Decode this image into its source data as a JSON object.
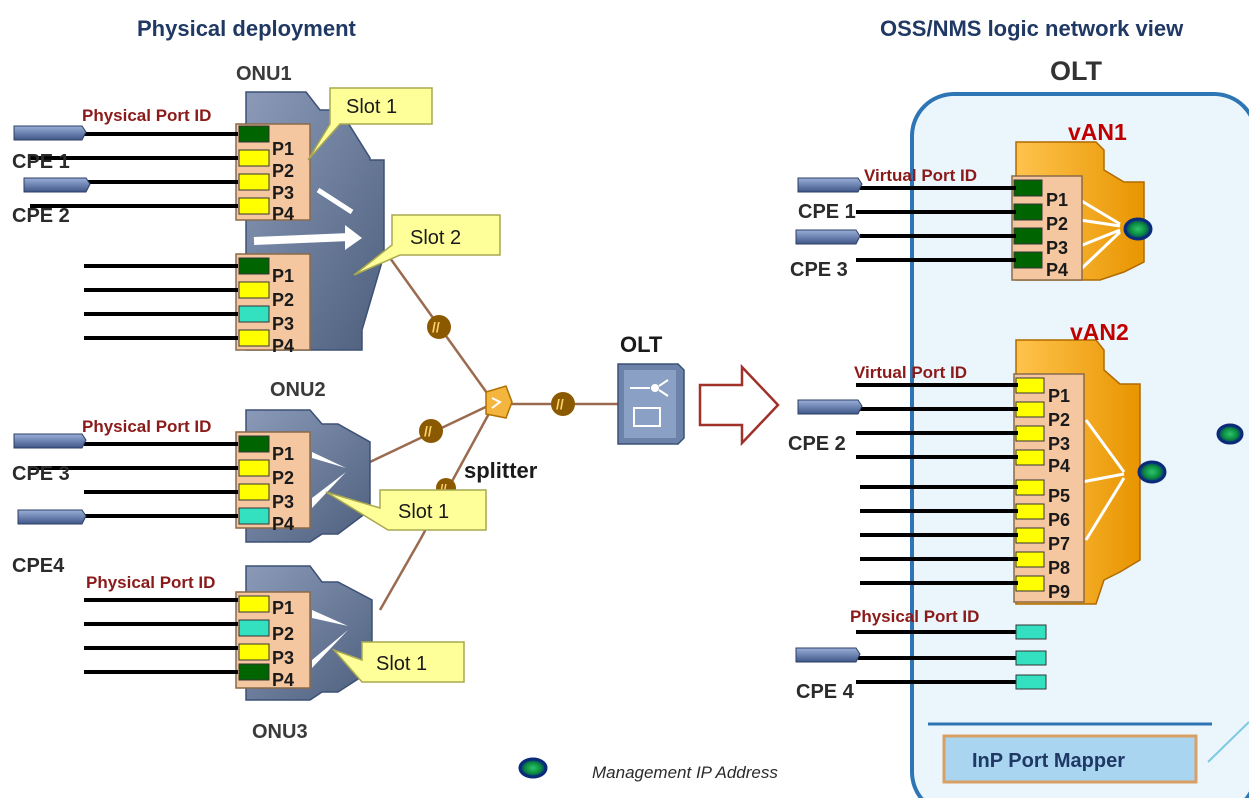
{
  "titles": {
    "physical": "Physical deployment",
    "logical": "OSS/NMS logic network view",
    "olt_box": "OLT"
  },
  "onus": [
    {
      "name": "ONU1",
      "blocks": [
        {
          "slot": "Slot 1",
          "ports": [
            {
              "label": "P1",
              "color": "#006400"
            },
            {
              "label": "P2",
              "color": "#ffff00"
            },
            {
              "label": "P3",
              "color": "#ffff00"
            },
            {
              "label": "P4",
              "color": "#ffff00"
            }
          ]
        },
        {
          "slot": "Slot 2",
          "ports": [
            {
              "label": "P1",
              "color": "#006400"
            },
            {
              "label": "P2",
              "color": "#ffff00"
            },
            {
              "label": "P3",
              "color": "#33e0c0"
            },
            {
              "label": "P4",
              "color": "#ffff00"
            }
          ]
        }
      ]
    },
    {
      "name": "ONU2",
      "blocks": [
        {
          "slot": "Slot 1",
          "ports": [
            {
              "label": "P1",
              "color": "#006400"
            },
            {
              "label": "P2",
              "color": "#ffff00"
            },
            {
              "label": "P3",
              "color": "#ffff00"
            },
            {
              "label": "P4",
              "color": "#33e0c0"
            }
          ]
        }
      ]
    },
    {
      "name": "ONU3",
      "blocks": [
        {
          "slot": "Slot 1",
          "ports": [
            {
              "label": "P1",
              "color": "#ffff00"
            },
            {
              "label": "P2",
              "color": "#33e0c0"
            },
            {
              "label": "P3",
              "color": "#ffff00"
            },
            {
              "label": "P4",
              "color": "#006400"
            }
          ]
        }
      ]
    }
  ],
  "physical_port_id": "Physical Port ID",
  "virtual_port_id": "Virtual Port ID",
  "cpes_left": [
    "CPE 1",
    "CPE 2",
    "CPE 3",
    "CPE4"
  ],
  "cpes_right": [
    "CPE 1",
    "CPE 3",
    "CPE 2",
    "CPE 4"
  ],
  "splitter_label": "splitter",
  "olt_device_label": "OLT",
  "vans": [
    {
      "name": "vAN1",
      "ports": [
        "P1",
        "P2",
        "P3",
        "P4"
      ],
      "color": "#006400"
    },
    {
      "name": "vAN2",
      "ports": [
        "P1",
        "P2",
        "P3",
        "P4",
        "P5",
        "P6",
        "P7",
        "P8",
        "P9"
      ],
      "color": "#ffff00"
    }
  ],
  "mapper_label": "InP Port Mapper",
  "legend_label": "Management IP Address",
  "colors": {
    "title": "#1f3864",
    "onu_body": "#5b6f8f",
    "port_panel": "#f4c7a1",
    "slot_callout": "#ffff99",
    "van_body": "#f0a500",
    "olt_border": "#2e75b6",
    "olt_fill": "#eaf6fb",
    "fiber": "#9b6b4f",
    "port_id_text": "#8b1a1a"
  }
}
